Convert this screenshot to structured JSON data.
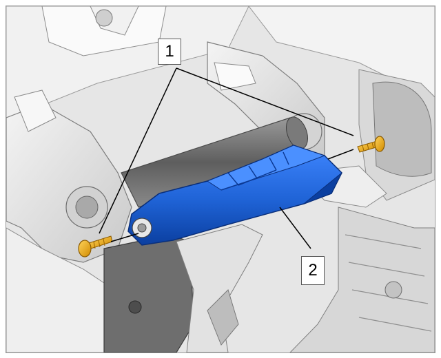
{
  "callouts": [
    {
      "label": "1",
      "part": "screws"
    },
    {
      "label": "2",
      "part": "blue-bracket"
    }
  ],
  "colors": {
    "background": "#ffffff",
    "housing_light": "#eeeeee",
    "housing_mid": "#cfcfcf",
    "housing_dark": "#8e8e8e",
    "bracket": "#1f63d6",
    "bracket_dark": "#0b3fa0",
    "screw": "#f2a500",
    "leader": "#000000"
  }
}
